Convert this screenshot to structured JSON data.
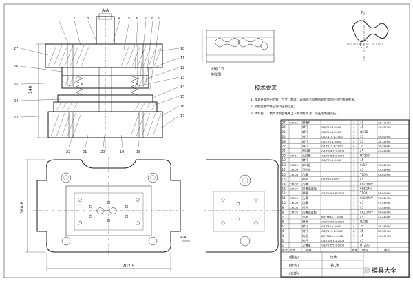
{
  "section_view": {
    "label": "A-A",
    "part_numbers_top": [
      "1",
      "2",
      "3",
      "4",
      "5",
      "6",
      "7",
      "8",
      "9"
    ],
    "part_numbers_left": [
      "27",
      "26",
      "25",
      "24",
      "23"
    ],
    "part_numbers_right": [
      "10",
      "11",
      "12",
      "13",
      "14",
      "15",
      "16",
      "17"
    ],
    "part_numbers_bottom": [
      "22",
      "21",
      "20",
      "19",
      "18"
    ],
    "height_dimension": "140"
  },
  "plan_view": {
    "width_dimension": "202.5",
    "height_dimension": "168.8",
    "section_mark": "A-A"
  },
  "strip_layout": {
    "scale_label": "比例 1:1",
    "name_label": "排样图"
  },
  "workpiece": {
    "dimension": "7"
  },
  "tech_requirements": {
    "title": "技术要求",
    "items": [
      "1. 模具各零件的材料、尺寸、精度、表面光洁度和热处理等均应符合图纸要求。",
      "2. 装配后各零件应保持正确位置。",
      "3. 试制后，工模具试制合格并上下模动作灵活、试压无难题完成。"
    ]
  },
  "bom": {
    "rows": [
      {
        "no": "27",
        "code": "CM-12",
        "name": "弹簧片",
        "std": "",
        "qty": "1",
        "mat": "45",
        "note": "35-40HRC"
      },
      {
        "no": "26",
        "code": "",
        "name": "螺钉",
        "std": "GB/T70.1-2000",
        "qty": "4",
        "mat": "45",
        "note": "43-48HRC"
      },
      {
        "no": "25",
        "code": "",
        "name": "螺钉",
        "std": "GB/T70.1-2000",
        "qty": "1",
        "mat": "Q235",
        "note": ""
      },
      {
        "no": "24",
        "code": "",
        "name": "销钉",
        "std": "GB/T119.1-2000",
        "qty": "2",
        "mat": "35",
        "note": "58-62HRC"
      },
      {
        "no": "23",
        "code": "",
        "name": "螺钉",
        "std": "GB/T70.1-2000",
        "qty": "4",
        "mat": "35",
        "note": "28-38HRC"
      },
      {
        "no": "22",
        "code": "",
        "name": "销钉",
        "std": "GB/T119.1-2000",
        "qty": "4",
        "mat": "35",
        "note": "28-38HRC"
      },
      {
        "no": "21",
        "code": "",
        "name": "导料板",
        "std": "GB/T2861.1-2008",
        "qty": "1",
        "mat": "45",
        "note": "43-48HRC"
      },
      {
        "no": "20",
        "code": "CM-11",
        "name": "凸凹模",
        "std": "GB/T2856.1-2008",
        "qty": "1",
        "mat": "HT200",
        "note": ""
      },
      {
        "no": "19",
        "code": "",
        "name": "螺钉",
        "std": "GB/T70.1-2000",
        "qty": "4",
        "mat": "45",
        "note": ""
      },
      {
        "no": "18",
        "code": "CM-10",
        "name": "卸料板",
        "std": "",
        "qty": "1",
        "mat": "Cr12",
        "note": "58-62HRC"
      },
      {
        "no": "17",
        "code": "CM-09",
        "name": "顶件块",
        "std": "",
        "qty": "1",
        "mat": "45",
        "note": "43-48HRC"
      },
      {
        "no": "16",
        "code": "CM-08",
        "name": "凸模",
        "std": "",
        "qty": "1",
        "mat": "T10A",
        "note": "58-62HRC"
      },
      {
        "no": "15",
        "code": "",
        "name": "螺栓",
        "std": "GB/T85-2000",
        "qty": "1",
        "mat": "45",
        "note": ""
      },
      {
        "no": "14",
        "code": "CM-07",
        "name": "凸模",
        "std": "",
        "qty": "1",
        "mat": "Cr12MoV",
        "note": ""
      },
      {
        "no": "13",
        "code": "CM-06",
        "name": "凹模固定板",
        "std": "",
        "qty": "1",
        "mat": "65Si2Mn",
        "note": ""
      },
      {
        "no": "12",
        "code": "",
        "name": "弹簧",
        "std": "GB/T2861.6-2008",
        "qty": "1",
        "mat": "T10A",
        "note": "56-60HRC"
      },
      {
        "no": "11",
        "code": "CM-05",
        "name": "凸模",
        "std": "",
        "qty": "1",
        "mat": "Cr12MoV",
        "note": "58-62HRC"
      },
      {
        "no": "10",
        "code": "CM-04",
        "name": "凸模",
        "std": "",
        "qty": "1",
        "mat": "45",
        "note": "43-48HRC"
      },
      {
        "no": "9",
        "code": "CM-03",
        "name": "打杆",
        "std": "",
        "qty": "1",
        "mat": "45",
        "note": "43-48HRC"
      },
      {
        "no": "8",
        "code": "CM-02",
        "name": "凸模固定板",
        "std": "",
        "qty": "1",
        "mat": "Cr12MoV",
        "note": "58-62HRC"
      },
      {
        "no": "7",
        "code": "",
        "name": "垫板",
        "std": "JB/T7650.1-2008",
        "qty": "1",
        "mat": "45",
        "note": "43-48HRC"
      },
      {
        "no": "6",
        "code": "",
        "name": "模柄",
        "std": "GB/T2862.1-2008",
        "qty": "1",
        "mat": "Q235",
        "note": ""
      },
      {
        "no": "5",
        "code": "",
        "name": "螺钉",
        "std": "GB/T70.1-2000",
        "qty": "4",
        "mat": "35",
        "note": "28-38HRC"
      },
      {
        "no": "4",
        "code": "",
        "name": "销钉",
        "std": "GB/T119.1-2000",
        "qty": "2",
        "mat": "35",
        "note": "28-38HRC"
      },
      {
        "no": "3",
        "code": "",
        "name": "推板",
        "std": "JB/T7650.1-2008",
        "qty": "1",
        "mat": "45",
        "note": "43-48HRC"
      },
      {
        "no": "2",
        "code": "",
        "name": "推杆",
        "std": "GB/T2861.1-2008",
        "qty": "1",
        "mat": "45",
        "note": ""
      },
      {
        "no": "1",
        "code": "",
        "name": "上模座",
        "std": "GB/T2855.1-2008",
        "qty": "1",
        "mat": "HT200",
        "note": ""
      }
    ],
    "header": [
      "序号",
      "代号",
      "名称",
      "数量",
      "材料",
      "备注"
    ],
    "title_block": {
      "drawing_title": "(图名)",
      "school": "(校名)",
      "date": "(日期)",
      "scale": "比例",
      "sheet": "第1张"
    }
  },
  "watermark": "模具大全"
}
